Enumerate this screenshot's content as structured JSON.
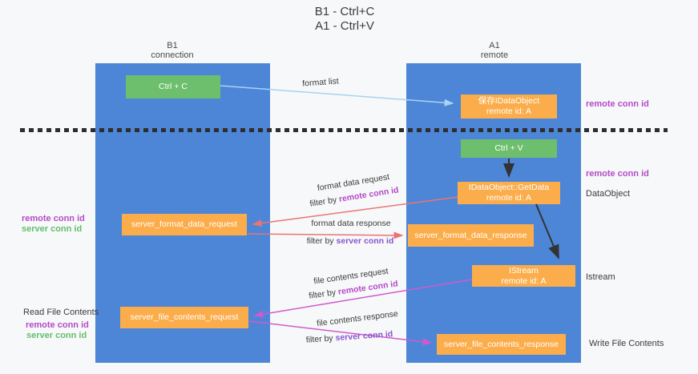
{
  "title": {
    "line1": "B1 - Ctrl+C",
    "line2": "A1 - Ctrl+V"
  },
  "lanes": {
    "left": {
      "name": "B1",
      "subtitle": "connection"
    },
    "right": {
      "name": "A1",
      "subtitle": "remote"
    }
  },
  "nodes": {
    "ctrl_c": {
      "label": "Ctrl + C"
    },
    "ctrl_v": {
      "label": "Ctrl + V"
    },
    "save_dataobject": {
      "line1": "保存IDataObject",
      "line2": "remote id: A"
    },
    "getdata": {
      "line1": "IDataObject::GetData",
      "line2": "remote id: A"
    },
    "format_request": {
      "label": "server_format_data_request"
    },
    "format_response": {
      "label": "server_format_data_response"
    },
    "istream": {
      "line1": "IStream",
      "line2": "remote id: A"
    },
    "file_request": {
      "label": "server_file_contents_request"
    },
    "file_response": {
      "label": "server_file_contents_response"
    }
  },
  "edge_labels": {
    "format_list": "format list",
    "format_data_request": "format data request",
    "format_data_response": "format data response",
    "file_contents_request": "file contents request",
    "file_contents_response": "file contents response",
    "filter_by": "filter by",
    "remote_conn_id": "remote conn id",
    "server_conn_id": "server conn id"
  },
  "side_labels": {
    "right_top_remote_conn_id": "remote conn id",
    "right_mid_remote_conn_id": "remote conn id",
    "dataobject": "DataObject",
    "istream": "Istream",
    "write_file_contents": "Write File Contents",
    "left_remote_conn_id": "remote conn id",
    "left_server_conn_id": "server conn id",
    "read_file_contents": "Read File Contents",
    "left2_remote_conn_id": "remote conn id",
    "left2_server_conn_id": "server conn id"
  },
  "colors": {
    "lane_blue": "#4d86d6",
    "node_green": "#6dbf6e",
    "node_orange": "#fbad4b",
    "remote_conn_id_text": "#b44bc8",
    "server_conn_id_purple": "#8a55cc",
    "server_conn_id_green": "#63bf6d",
    "arrow_light_blue": "#a6d3f1",
    "arrow_red": "#e87575",
    "arrow_magenta": "#cf5ad0",
    "arrow_black": "#333333"
  }
}
